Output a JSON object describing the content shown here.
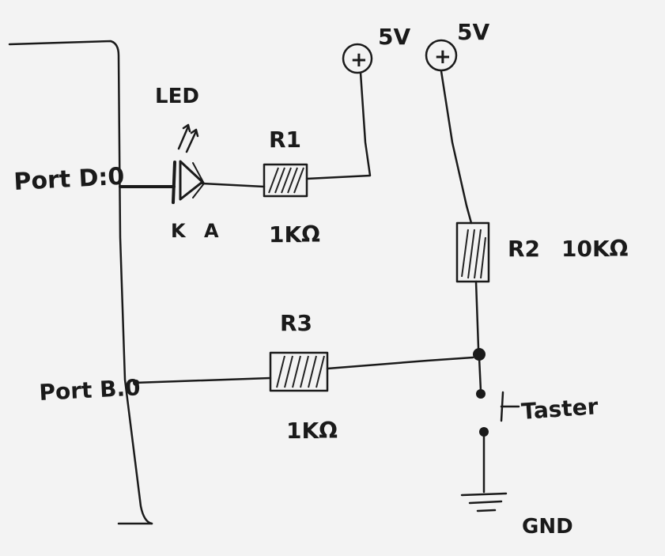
{
  "labels": {
    "port_d": "Port D:0",
    "port_b": "Port B.0",
    "led": "LED",
    "cathode": "K",
    "anode": "A",
    "r1_name": "R1",
    "r1_value": "1KΩ",
    "r2_name": "R2",
    "r2_value": "10KΩ",
    "r3_name": "R3",
    "r3_value": "1KΩ",
    "supply_left": "5V",
    "supply_right": "5V",
    "supply_symbol": "+",
    "button": "Taster",
    "ground": "GND"
  }
}
